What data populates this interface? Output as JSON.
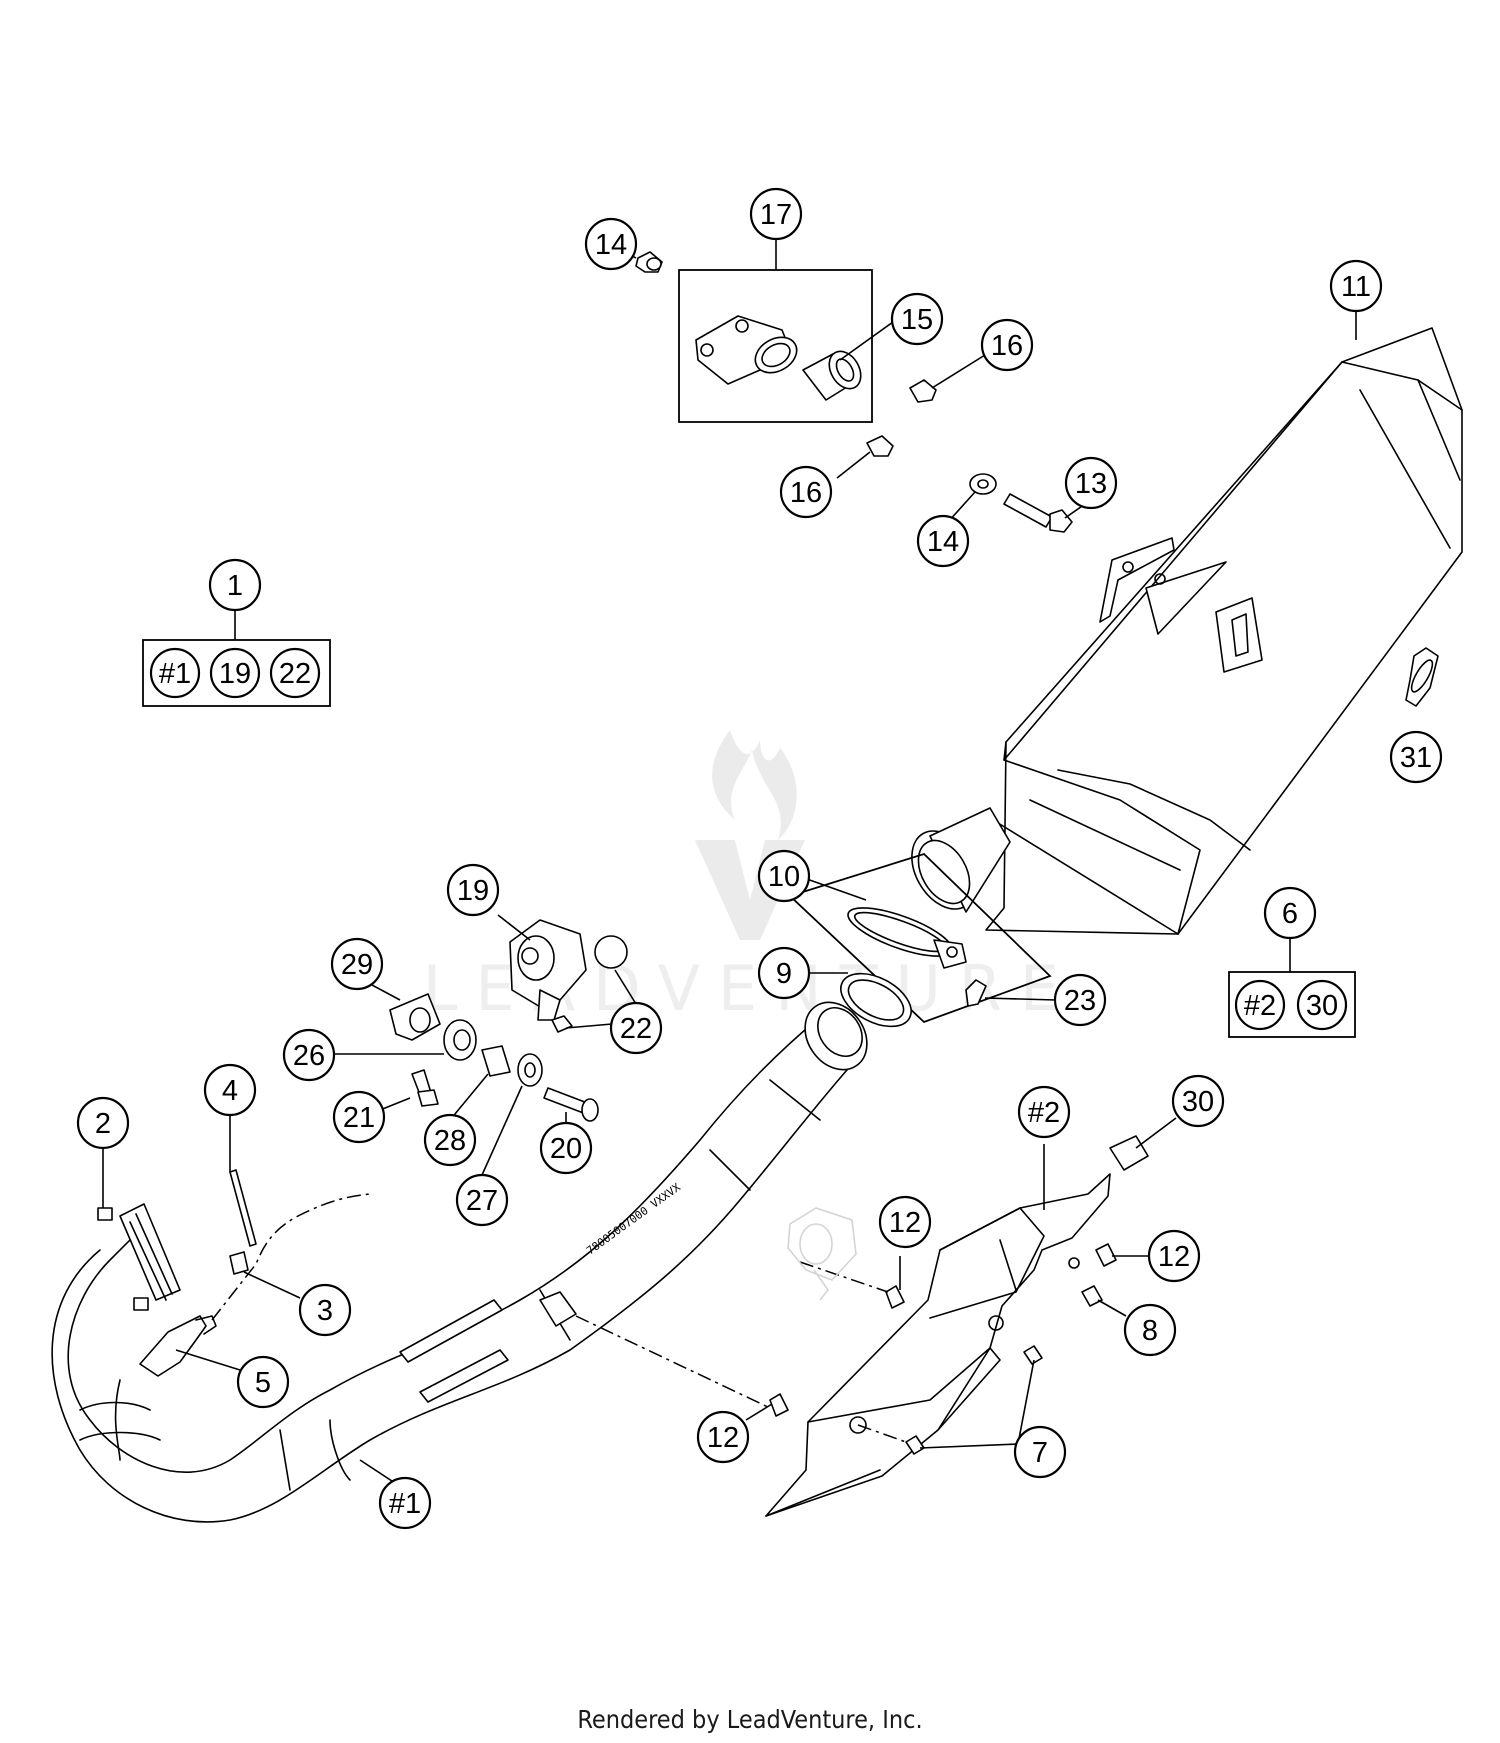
{
  "watermark": {
    "brand": "LEADVENTURE",
    "logo": "flame-v-logo"
  },
  "callouts": {
    "c1": "1",
    "c2": "2",
    "c3": "3",
    "c4": "4",
    "c5": "5",
    "c6": "6",
    "c7": "7",
    "c8": "8",
    "c9": "9",
    "c10": "10",
    "c11": "11",
    "c12a": "12",
    "c12b": "12",
    "c12c": "12",
    "c13": "13",
    "c14a": "14",
    "c14b": "14",
    "c15": "15",
    "c16a": "16",
    "c16b": "16",
    "c17": "17",
    "c19": "19",
    "c20": "20",
    "c21": "21",
    "c22": "22",
    "c23": "23",
    "c26": "26",
    "c27": "27",
    "c28": "28",
    "c29": "29",
    "c30": "30",
    "c31": "31",
    "ch1": "#1",
    "ch2": "#2"
  },
  "kits": {
    "kit1": {
      "items": [
        "#1",
        "19",
        "22"
      ]
    },
    "kit6": {
      "items": [
        "#2",
        "30"
      ]
    }
  },
  "pipe_stamp": "78005007000 VXXVX",
  "footer": "Rendered by LeadVenture, Inc."
}
